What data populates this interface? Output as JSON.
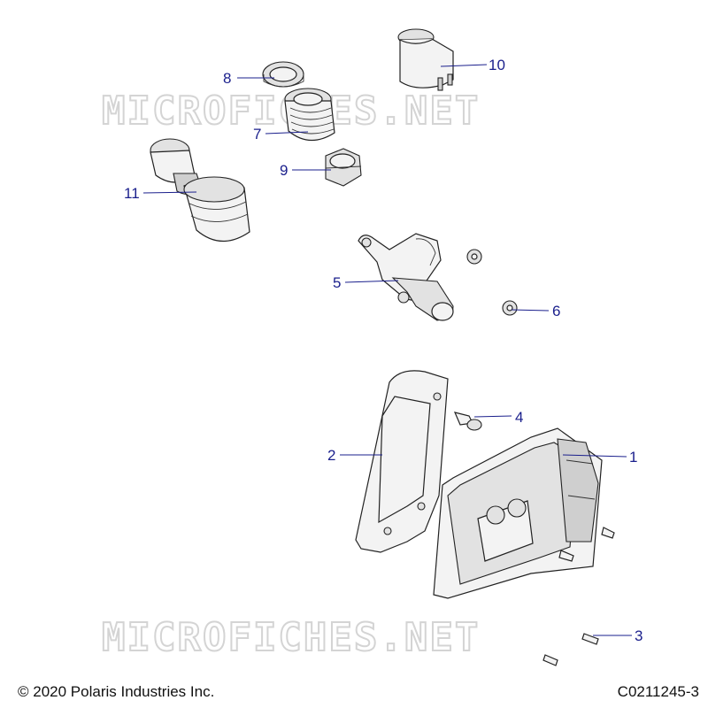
{
  "watermark": {
    "text": "MICROFICHES.NET"
  },
  "callouts": [
    {
      "id": "1",
      "label": "1"
    },
    {
      "id": "2",
      "label": "2"
    },
    {
      "id": "3",
      "label": "3"
    },
    {
      "id": "4",
      "label": "4"
    },
    {
      "id": "5",
      "label": "5"
    },
    {
      "id": "6",
      "label": "6"
    },
    {
      "id": "7",
      "label": "7"
    },
    {
      "id": "8",
      "label": "8"
    },
    {
      "id": "9",
      "label": "9"
    },
    {
      "id": "10",
      "label": "10"
    },
    {
      "id": "11",
      "label": "11"
    }
  ],
  "footer": {
    "copyright": "© 2020 Polaris Industries Inc.",
    "figure_id": "C0211245-3"
  },
  "colors": {
    "callout": "#1a1f8c",
    "watermark": "#d4d4d4"
  }
}
